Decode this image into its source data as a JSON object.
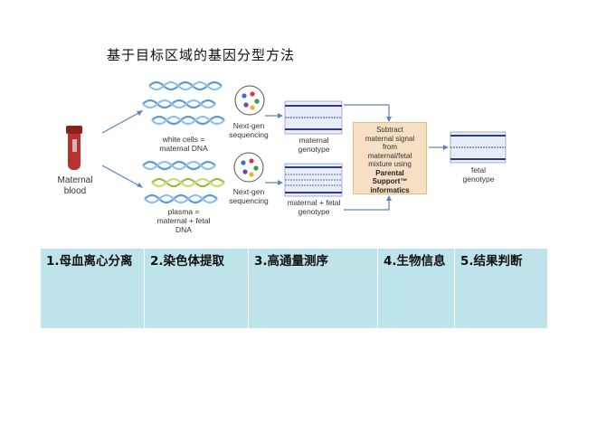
{
  "title": "基于目标区域的基因分型方法",
  "diagram": {
    "source_label": "Maternal\nblood",
    "white_cells_label": "white cells =\nmaternal  DNA",
    "plasma_label": "plasma =\nmaternal + fetal\nDNA",
    "seq_top_label": "Next-gen\nsequencing",
    "seq_bottom_label": "Next-gen\nsequencing",
    "maternal_genotype_label": "maternal\ngenotype",
    "mixture_genotype_label": "maternal + fetal\ngenotype",
    "box_text": "Subtract\nmaternal signal\nfrom\nmaternal/fetal\nmixture using",
    "box_bold": "Parental\nSupport™\ninformatics",
    "fetal_genotype_label": "fetal\ngenotype",
    "colors": {
      "arrow": "#5b86b8",
      "helix_blue": "#5b9bd5",
      "helix_green": "#9bbb3b",
      "tube_red": "#b8312f",
      "box_fill": "#f6dfc2"
    }
  },
  "steps": [
    {
      "label": "1.母血离心分离"
    },
    {
      "label": "2.染色体提取"
    },
    {
      "label": "3.高通量测序"
    },
    {
      "label": "4.生物信息"
    },
    {
      "label": "5.结果判断"
    }
  ]
}
